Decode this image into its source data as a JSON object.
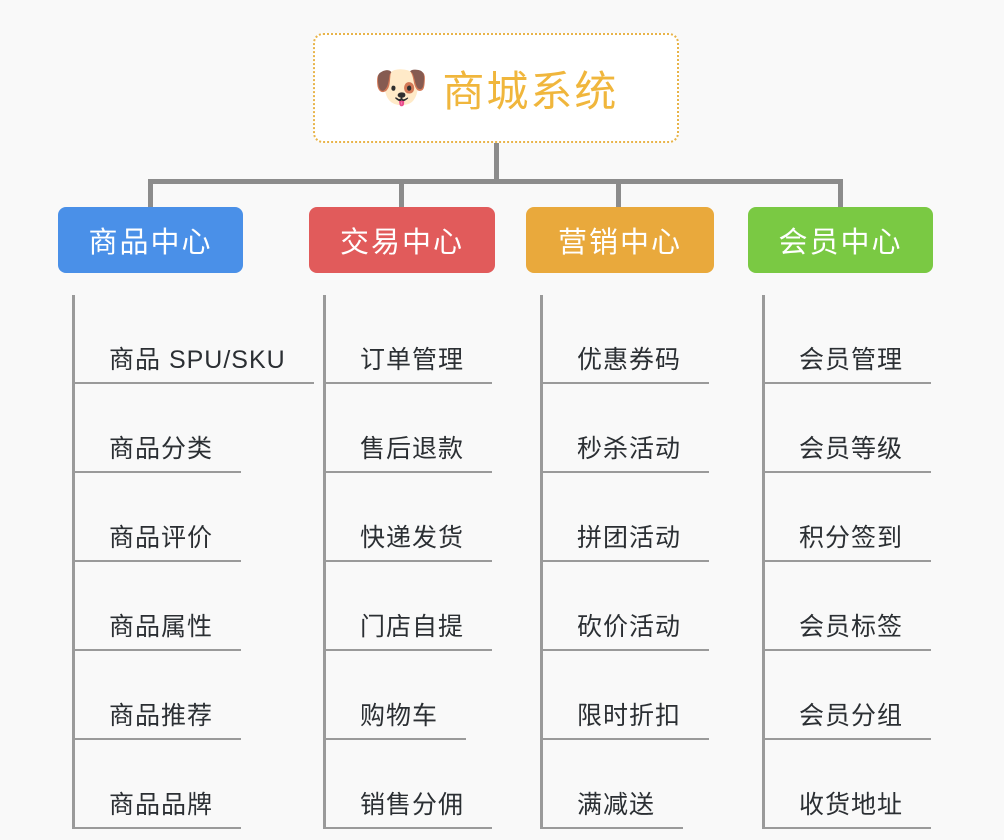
{
  "background_color": "#f9f9f9",
  "root": {
    "icon": "dog-face-icon",
    "emoji": "🐶",
    "title": "商城系统",
    "title_color": "#f0b63c",
    "border_color": "#e8b44a"
  },
  "connector_color": "#8c8c8c",
  "columns": [
    {
      "id": "product-center",
      "label": "商品中心",
      "color": "#4a90e8",
      "items": [
        "商品 SPU/SKU",
        "商品分类",
        "商品评价",
        "商品属性",
        "商品推荐",
        "商品品牌"
      ]
    },
    {
      "id": "trade-center",
      "label": "交易中心",
      "color": "#e15b5b",
      "items": [
        "订单管理",
        "售后退款",
        "快递发货",
        "门店自提",
        "购物车",
        "销售分佣"
      ]
    },
    {
      "id": "marketing-center",
      "label": "营销中心",
      "color": "#e9a93c",
      "items": [
        "优惠券码",
        "秒杀活动",
        "拼团活动",
        "砍价活动",
        "限时折扣",
        "满减送"
      ]
    },
    {
      "id": "member-center",
      "label": "会员中心",
      "color": "#7ac943",
      "items": [
        "会员管理",
        "会员等级",
        "积分签到",
        "会员标签",
        "会员分组",
        "收货地址"
      ]
    }
  ]
}
